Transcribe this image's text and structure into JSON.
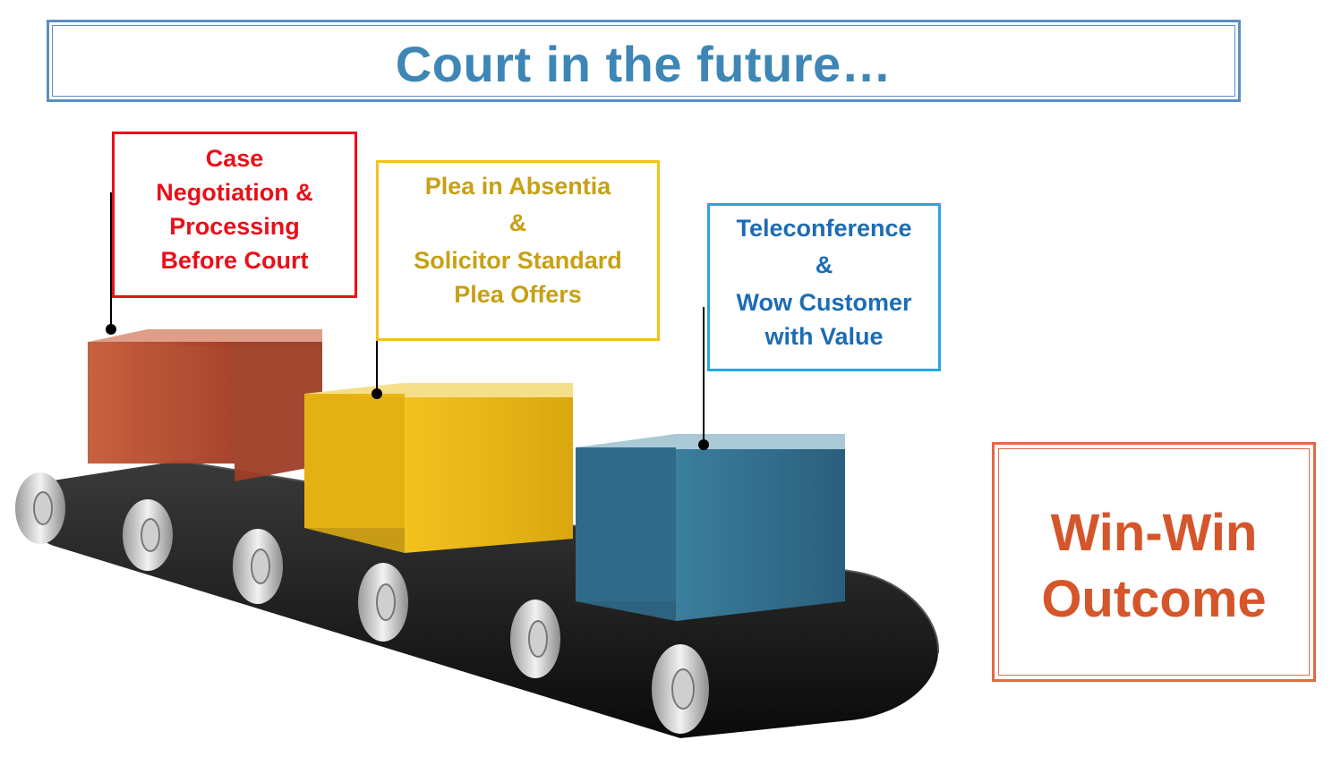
{
  "title": "Court in the future…",
  "steps": [
    {
      "lines": [
        "Case",
        "Negotiation &",
        "Processing",
        "Before Court"
      ],
      "color": "#e8101a"
    },
    {
      "lines": [
        "Plea in Absentia",
        "&",
        "Solicitor Standard",
        "Plea Offers"
      ],
      "color": "#c8a013"
    },
    {
      "lines": [
        "Teleconference",
        "&",
        "Wow Customer",
        "with Value"
      ],
      "color": "#1c6cb5"
    }
  ],
  "outcome": {
    "line1": "Win-Win",
    "line2": "Outcome",
    "color": "#d5562a"
  },
  "cubes": [
    {
      "name": "red-cube",
      "color": "#b5431f"
    },
    {
      "name": "yellow-cube",
      "color": "#d9a80e"
    },
    {
      "name": "teal-cube",
      "color": "#2d6a89"
    }
  ],
  "icons": [
    "conveyor-belt-icon"
  ]
}
